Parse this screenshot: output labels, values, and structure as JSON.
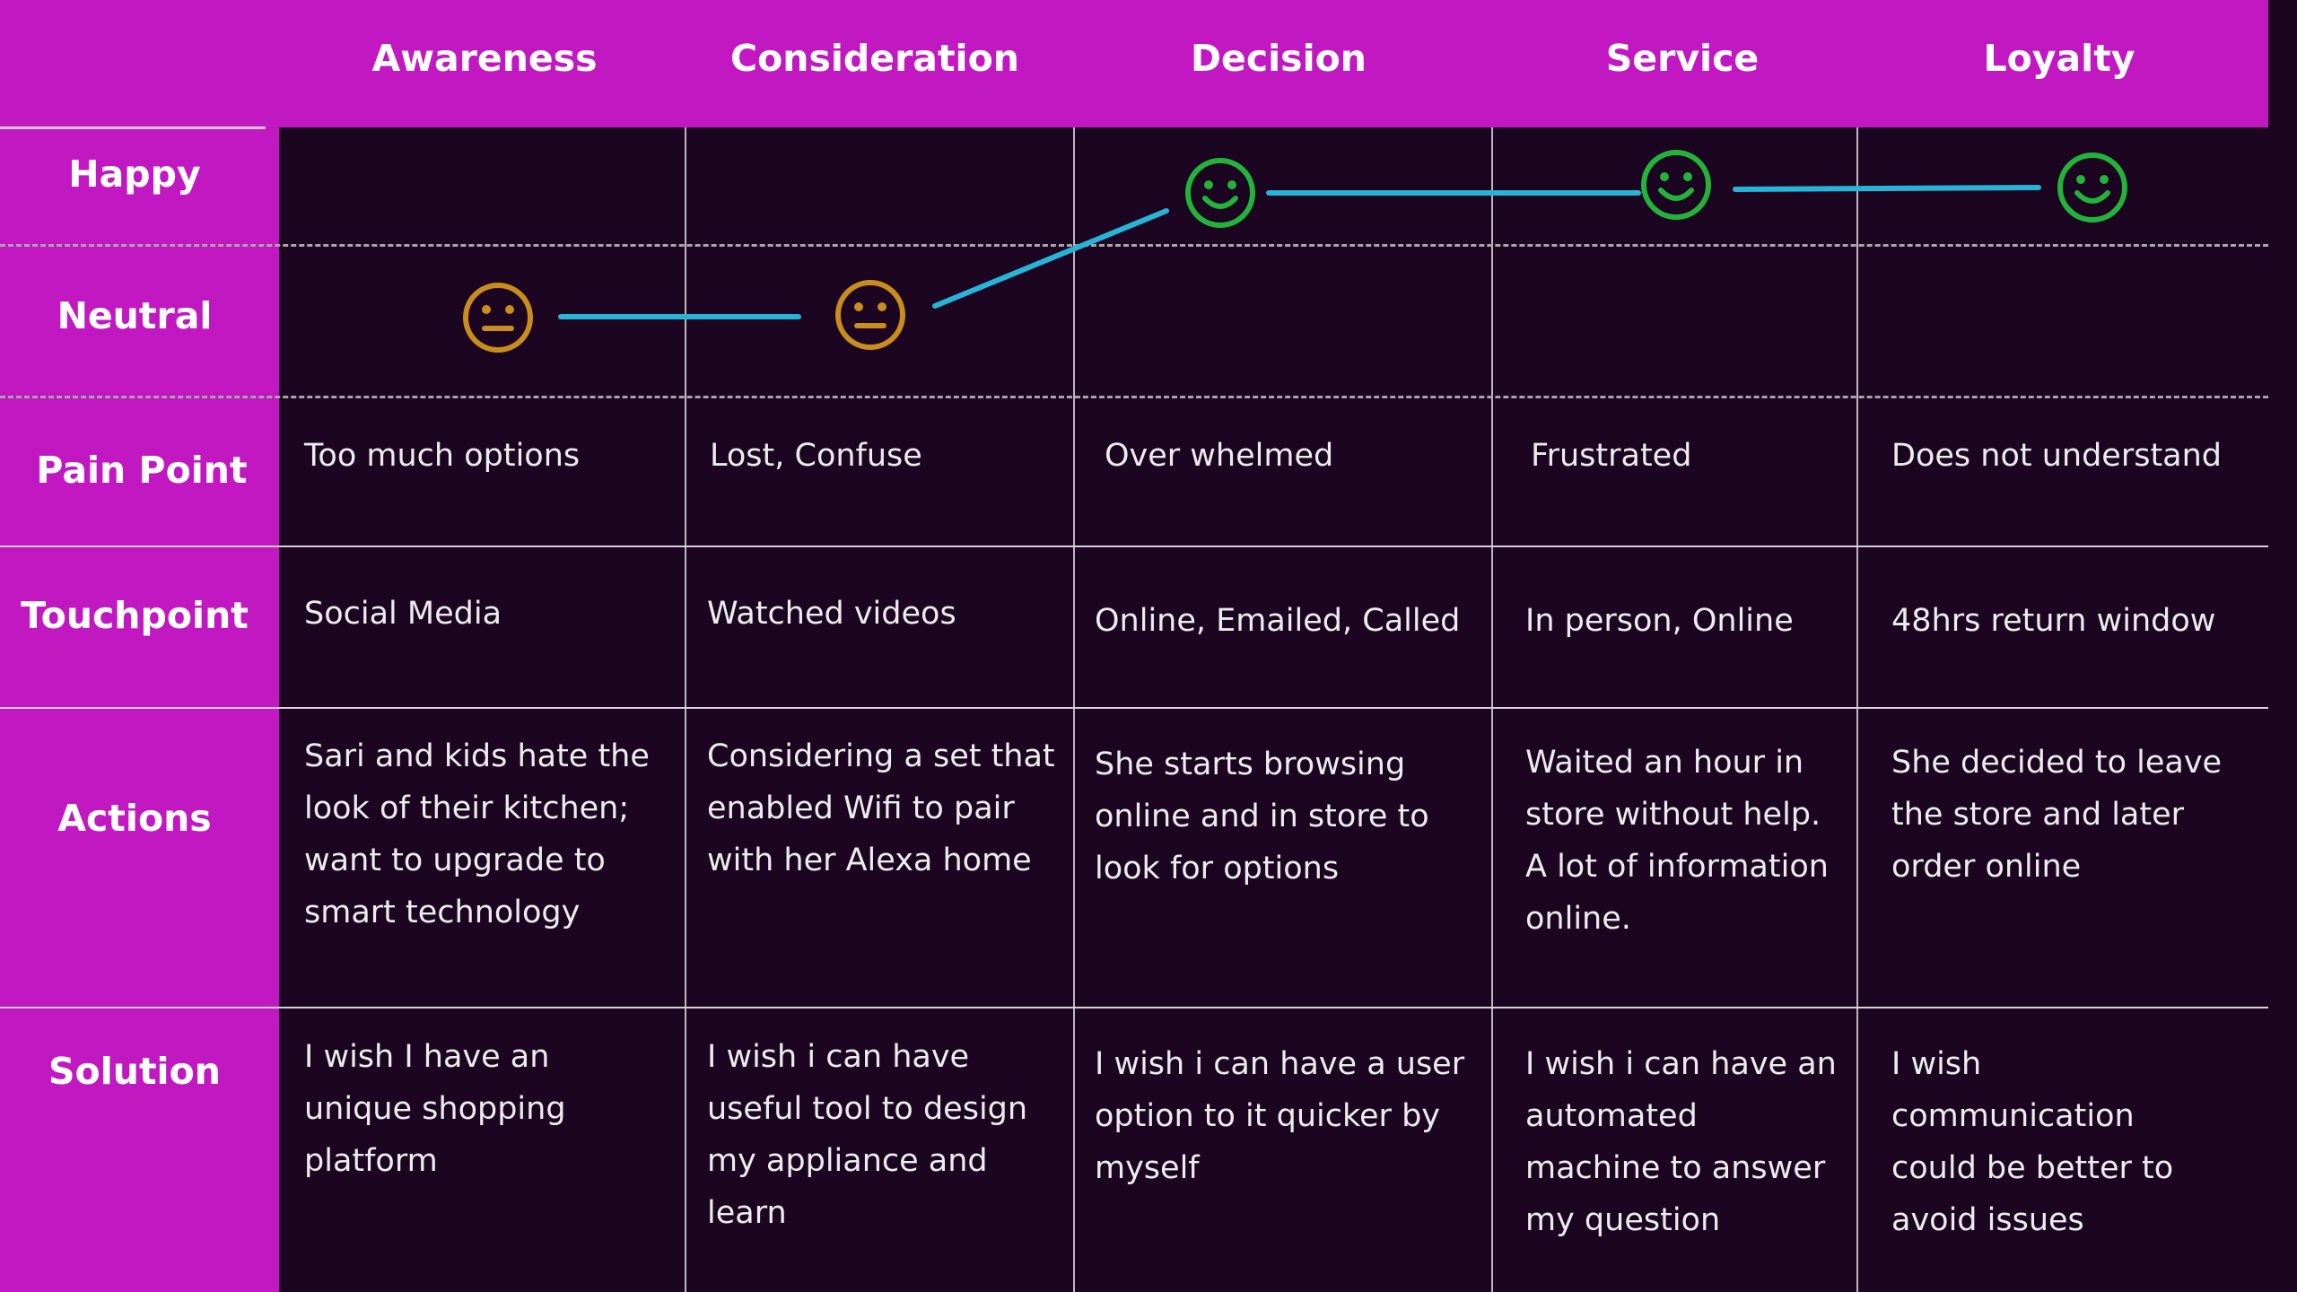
{
  "stages": [
    "Awareness",
    "Consideration",
    "Decision",
    "Service",
    "Loyalty"
  ],
  "rows": {
    "happy": "Happy",
    "neutral": "Neutral",
    "pain_point": "Pain Point",
    "touchpoint": "Touchpoint",
    "actions": "Actions",
    "solution": "Solution"
  },
  "pain_points": [
    "Too much options",
    "Lost, Confuse",
    "Over whelmed",
    "Frustrated",
    "Does not understand"
  ],
  "touchpoints": [
    "Social Media",
    "Watched videos",
    "Online, Emailed, Called",
    "In person, Online",
    "48hrs return window"
  ],
  "actions": [
    [
      "Sari and kids hate the",
      "look of their kitchen;",
      "want to upgrade to",
      "smart technology"
    ],
    [
      "Considering a set that",
      "enabled Wifi to pair",
      "with her Alexa home"
    ],
    [
      "She starts browsing",
      "online and in store to",
      "look for options"
    ],
    [
      "Waited an hour in",
      "store without help.",
      "A lot of information",
      "online."
    ],
    [
      "She decided to leave",
      "the store and later",
      "order online"
    ]
  ],
  "solutions": [
    [
      "I wish I have an",
      "unique shopping",
      "platform"
    ],
    [
      "I wish i can have",
      "useful tool to design",
      "my appliance and",
      "learn"
    ],
    [
      "I wish i can have a user",
      "option to it quicker by",
      "myself"
    ],
    [
      "I wish i can have an",
      "automated",
      "machine to answer",
      "my question"
    ],
    [
      "I wish",
      "communication",
      "could be better to",
      "avoid issues"
    ]
  ],
  "emotions": [
    "neutral",
    "neutral",
    "happy",
    "happy",
    "happy"
  ],
  "colors": {
    "header_bg": "#c118c1",
    "panel_bg": "#1b0520",
    "line_color": "#27b4d6",
    "happy_face": "#22b33a",
    "neutral_face": "#c88d1c"
  },
  "icons": {
    "happy": "smiley-face-icon",
    "neutral": "neutral-face-icon"
  }
}
